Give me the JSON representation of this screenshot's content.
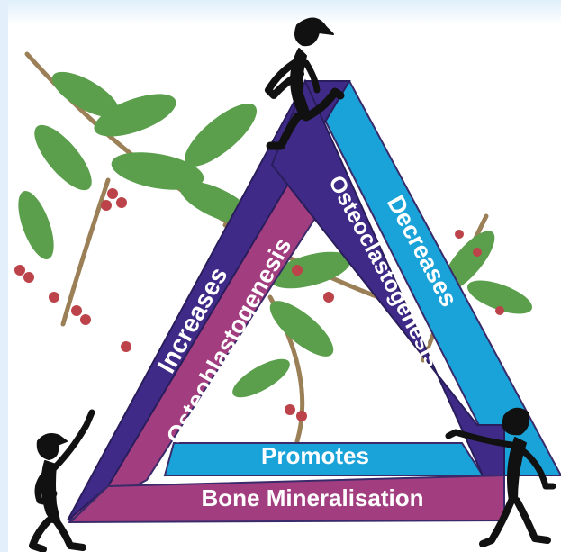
{
  "diagram": {
    "sides": {
      "left_outer": "Increases",
      "left_inner": "Osteoblastogenesis",
      "right_outer": "Decreases",
      "right_inner": "Osteoclastogenesis",
      "bottom_inner": "Promotes",
      "bottom_outer": "Bone Mineralisation"
    },
    "colors": {
      "purple_band": "#3f2b87",
      "magenta_band": "#a23e80",
      "cyan_band": "#1aa3d9",
      "figure": "#111111",
      "text": "#ffffff"
    },
    "figures": [
      "stick-figure-top",
      "stick-figure-bottom-left",
      "stick-figure-bottom-right"
    ],
    "background": "coffee-plant-branch"
  }
}
